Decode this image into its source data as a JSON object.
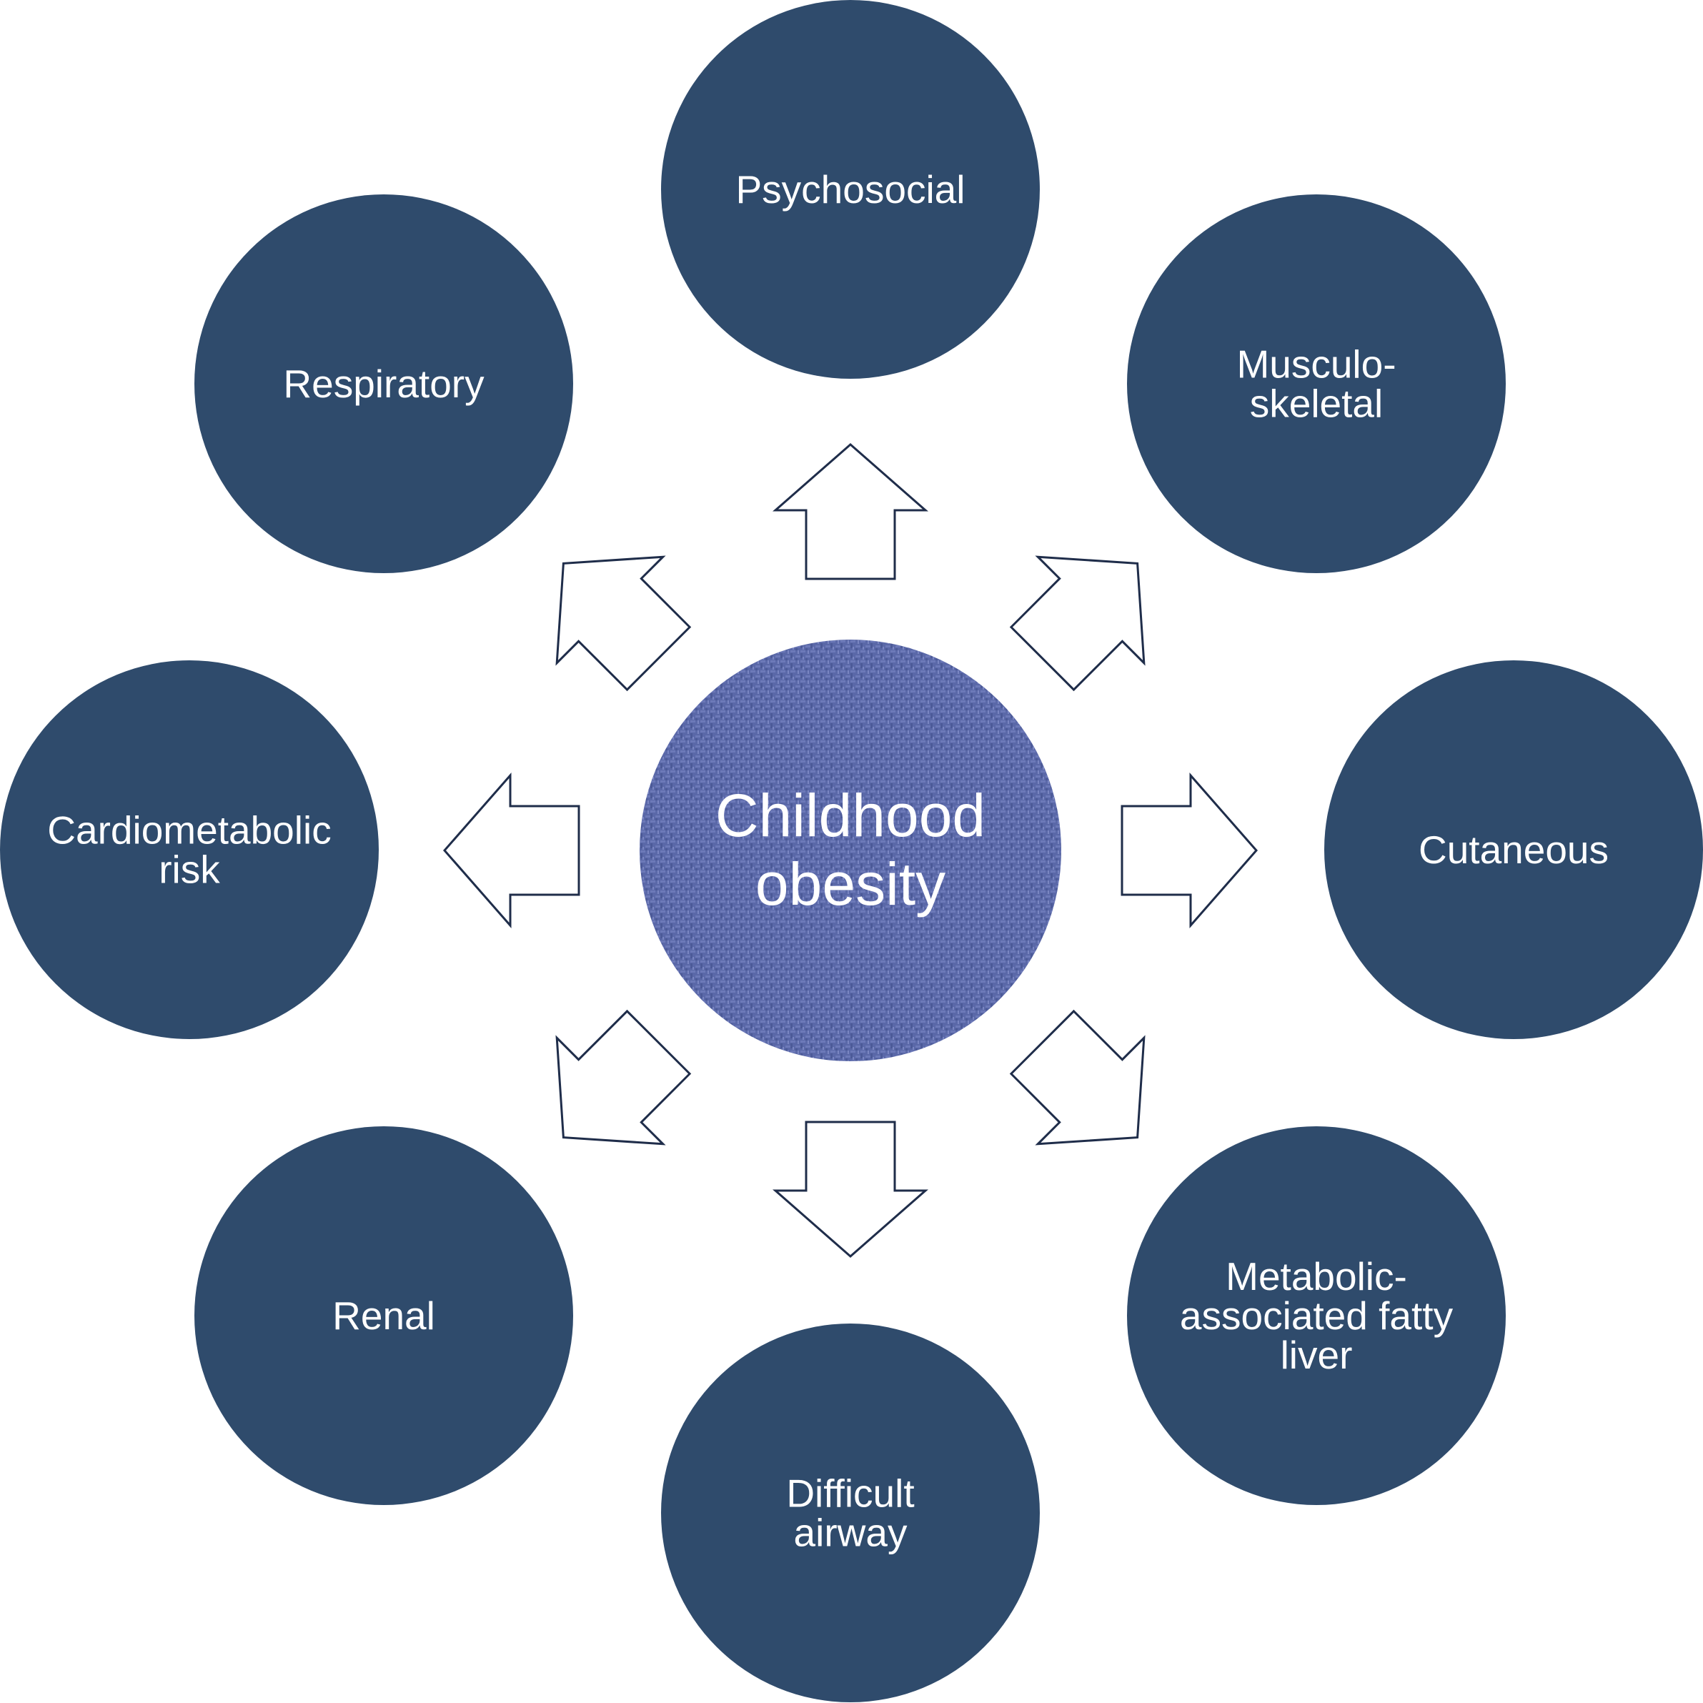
{
  "center": {
    "lines": [
      "Childhood",
      "obesity"
    ]
  },
  "nodes": [
    {
      "id": "psychosocial",
      "lines": [
        "Psychosocial"
      ]
    },
    {
      "id": "musculoskeletal",
      "lines": [
        "Musculo-",
        "skeletal"
      ]
    },
    {
      "id": "cutaneous",
      "lines": [
        "Cutaneous"
      ]
    },
    {
      "id": "mafld",
      "lines": [
        "Metabolic-",
        "associated fatty",
        "liver"
      ]
    },
    {
      "id": "difficult-airway",
      "lines": [
        "Difficult",
        "airway"
      ]
    },
    {
      "id": "renal",
      "lines": [
        "Renal"
      ]
    },
    {
      "id": "cardiometabolic",
      "lines": [
        "Cardiometabolic",
        "risk"
      ]
    },
    {
      "id": "respiratory",
      "lines": [
        "Respiratory"
      ]
    }
  ],
  "colors": {
    "node_fill": "#2f4b6c",
    "node_text": "#ffffff",
    "center_fill": "#5a68a8",
    "arrow_fill": "#ffffff",
    "arrow_stroke": "#1f2d4a"
  }
}
